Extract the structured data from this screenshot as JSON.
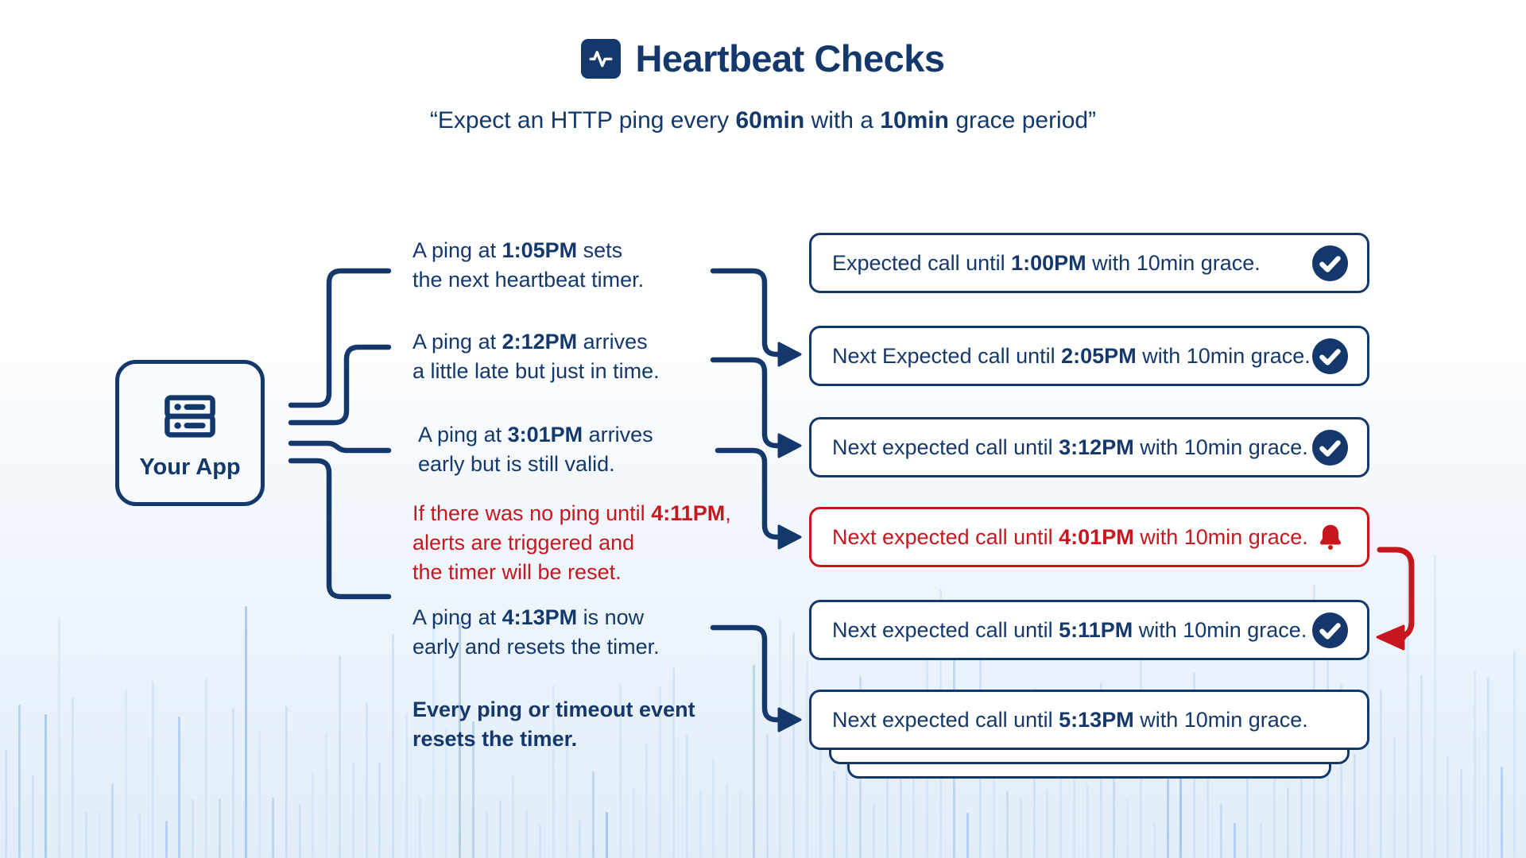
{
  "colors": {
    "navy": "#14386B",
    "red": "#C8161E",
    "app_fill": "#F8FBFE",
    "card_fill": "#FFFFFF",
    "bg_top": "#FFFFFF",
    "bg_bottom": "#E1EDF9",
    "wave_light": "#CADEF3",
    "wave_dark": "#9FC3E7"
  },
  "header": {
    "icon": "activity-pulse-icon",
    "title": "Heartbeat Checks",
    "subtitle_segments": [
      {
        "t": "“Expect an HTTP ping every "
      },
      {
        "t": "60min",
        "b": true
      },
      {
        "t": " with a "
      },
      {
        "t": "10min",
        "b": true
      },
      {
        "t": " grace period”"
      }
    ]
  },
  "app_node": {
    "icon": "server-icon",
    "label": "Your App"
  },
  "annotations": [
    {
      "color": "navy",
      "lines": [
        [
          {
            "t": "A ping at "
          },
          {
            "t": "1:05PM",
            "b": true
          },
          {
            "t": " sets"
          }
        ],
        [
          {
            "t": "the next heartbeat timer."
          }
        ]
      ]
    },
    {
      "color": "navy",
      "lines": [
        [
          {
            "t": "A ping at "
          },
          {
            "t": "2:12PM",
            "b": true
          },
          {
            "t": " arrives"
          }
        ],
        [
          {
            "t": "a little late but just in time."
          }
        ]
      ]
    },
    {
      "color": "navy",
      "lines": [
        [
          {
            "t": "A ping at "
          },
          {
            "t": "3:01PM",
            "b": true
          },
          {
            "t": " arrives"
          }
        ],
        [
          {
            "t": "early but is still valid."
          }
        ]
      ]
    },
    {
      "color": "red",
      "lines": [
        [
          {
            "t": "If there was no ping until "
          },
          {
            "t": "4:11PM",
            "b": true
          },
          {
            "t": ","
          }
        ],
        [
          {
            "t": "alerts are triggered and"
          }
        ],
        [
          {
            "t": "the timer will be reset."
          }
        ]
      ]
    },
    {
      "color": "navy",
      "lines": [
        [
          {
            "t": "A ping at "
          },
          {
            "t": "4:13PM",
            "b": true
          },
          {
            "t": " is now"
          }
        ],
        [
          {
            "t": "early and resets the timer."
          }
        ]
      ]
    },
    {
      "color": "navy",
      "all_bold": true,
      "lines": [
        [
          {
            "t": "Every ping or timeout event"
          }
        ],
        [
          {
            "t": "resets the timer."
          }
        ]
      ]
    }
  ],
  "status_boxes": [
    {
      "variant": "navy",
      "icon": "check-circle-icon",
      "segments": [
        {
          "t": "Expected call until "
        },
        {
          "t": "1:00PM",
          "b": true
        },
        {
          "t": " with 10min grace."
        }
      ]
    },
    {
      "variant": "navy",
      "icon": "check-circle-icon",
      "segments": [
        {
          "t": "Next Expected call until "
        },
        {
          "t": "2:05PM",
          "b": true
        },
        {
          "t": " with 10min grace."
        }
      ]
    },
    {
      "variant": "navy",
      "icon": "check-circle-icon",
      "segments": [
        {
          "t": "Next expected call until "
        },
        {
          "t": "3:12PM",
          "b": true
        },
        {
          "t": " with 10min grace."
        }
      ]
    },
    {
      "variant": "red",
      "icon": "alert-bell-icon",
      "segments": [
        {
          "t": "Next expected call until "
        },
        {
          "t": "4:01PM",
          "b": true
        },
        {
          "t": " with 10min grace."
        }
      ]
    },
    {
      "variant": "navy",
      "icon": "check-circle-icon",
      "segments": [
        {
          "t": "Next expected call until "
        },
        {
          "t": "5:11PM",
          "b": true
        },
        {
          "t": " with 10min grace."
        }
      ]
    },
    {
      "variant": "navy",
      "icon": "none",
      "stacked_count": 2,
      "segments": [
        {
          "t": "Next expected call until "
        },
        {
          "t": "5:13PM",
          "b": true
        },
        {
          "t": " with 10min grace."
        }
      ]
    }
  ]
}
